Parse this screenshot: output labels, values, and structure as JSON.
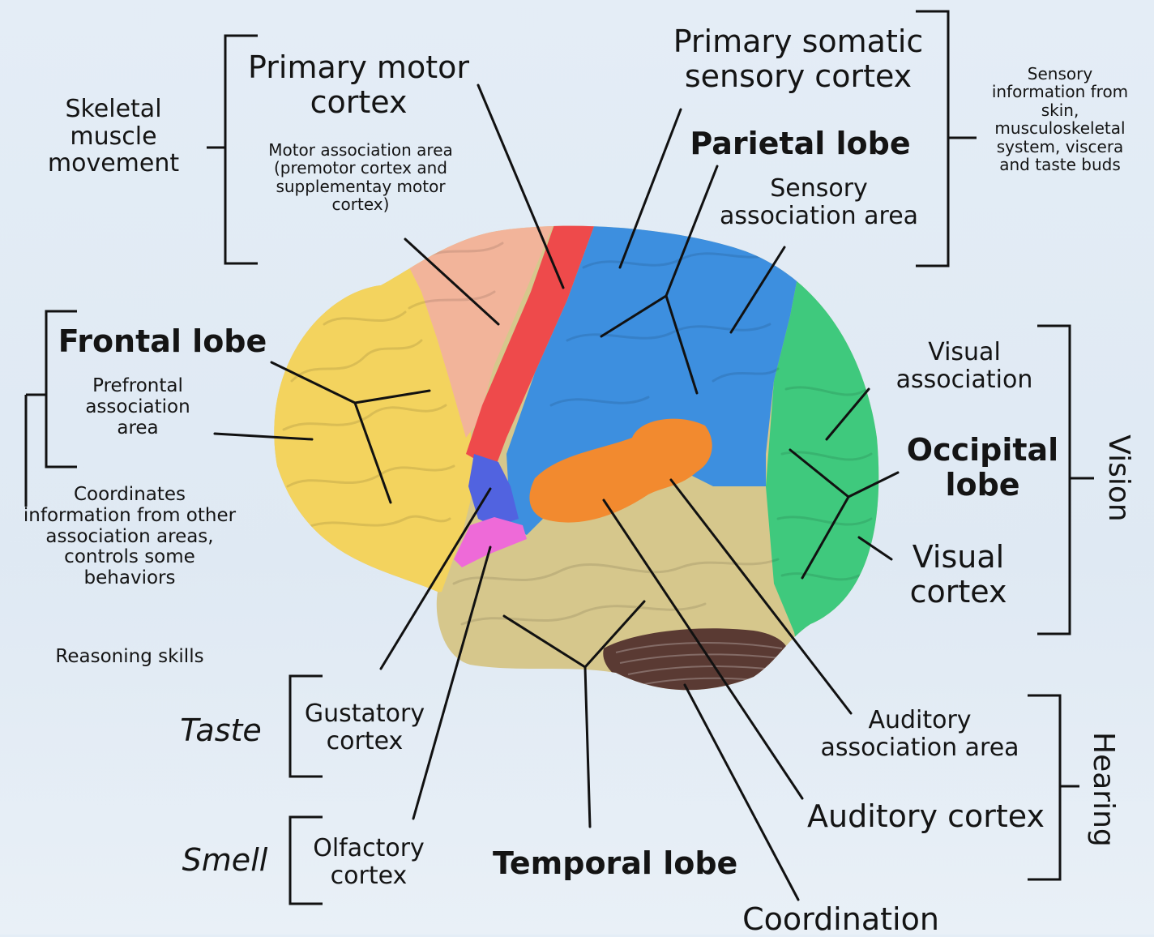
{
  "labels": {
    "skeletal": "Skeletal\nmuscle\nmovement",
    "primary_motor": "Primary motor\ncortex",
    "motor_assoc": "Motor association area\n(premotor cortex and\nsupplementay motor\ncortex)",
    "primary_somatic": "Primary somatic\nsensory cortex",
    "parietal": "Parietal lobe",
    "sensory_assoc": "Sensory\nassociation area",
    "sensory_info": "Sensory\ninformation from\nskin,\nmusculoskeletal\nsystem, viscera\nand taste buds",
    "frontal": "Frontal lobe",
    "prefrontal": "Prefrontal\nassociation\narea",
    "coordinates": "Coordinates\ninformation from other\nassociation areas,\ncontrols some\nbehaviors",
    "reasoning": "Reasoning skills",
    "visual_assoc": "Visual\nassociation",
    "occipital": "Occipital\nlobe",
    "visual_cortex": "Visual\ncortex",
    "vision": "Vision",
    "taste": "Taste",
    "gustatory": "Gustatory\ncortex",
    "smell": "Smell",
    "olfactory": "Olfactory\ncortex",
    "temporal": "Temporal lobe",
    "auditory_assoc": "Auditory\nassociation area",
    "auditory_cortex": "Auditory cortex",
    "hearing": "Hearing",
    "coordination": "Coordination"
  },
  "colors": {
    "frontal": "#f3d35e",
    "motor_assoc": "#f2b49a",
    "primary_motor": "#ee4a4b",
    "parietal": "#3d8fdf",
    "occipital": "#3fc97d",
    "temporal": "#d6c78c",
    "auditory": "#f28a2f",
    "gustatory": "#5163e0",
    "olfactory": "#ee6ad8",
    "cerebellum": "#5a3a33"
  }
}
